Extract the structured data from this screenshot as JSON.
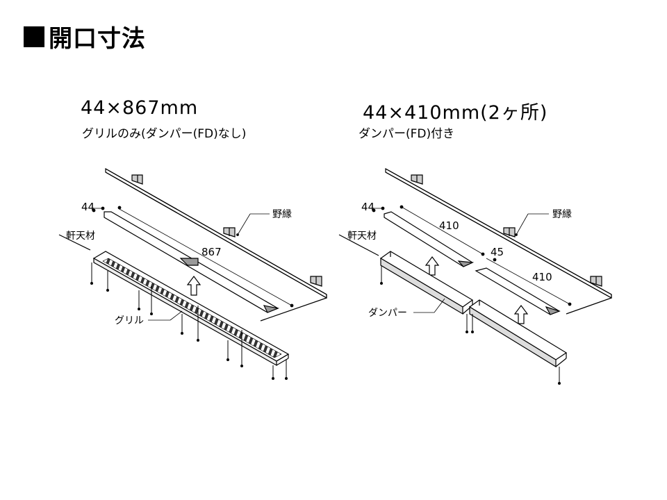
{
  "page": {
    "title": "開口寸法"
  },
  "left": {
    "heading": "44×867mm",
    "subheading": "グリルのみ(ダンパー(FD)なし)",
    "dim_width": "44",
    "dim_length": "867",
    "label_beam": "軒天材",
    "label_frame": "野縁",
    "label_grille": "グリル"
  },
  "right": {
    "heading": "44×410mm(2ヶ所)",
    "subheading": "ダンパー(FD)付き",
    "dim_width": "44",
    "dim_length_1": "410",
    "dim_gap": "45",
    "dim_length_2": "410",
    "label_beam": "軒天材",
    "label_frame": "野縁",
    "label_damper": "ダンパー"
  }
}
